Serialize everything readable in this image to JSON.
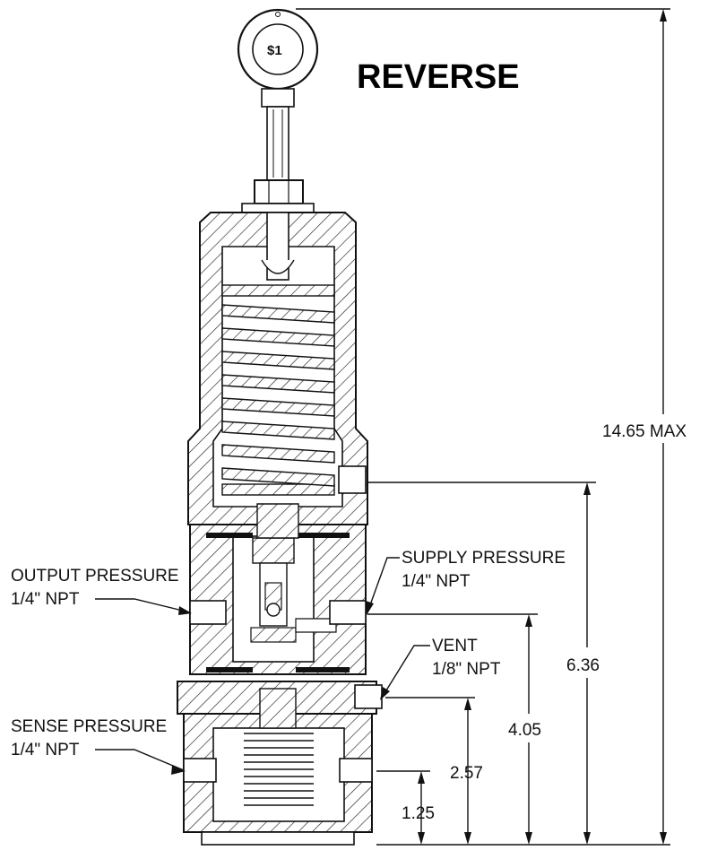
{
  "title": "REVERSE",
  "ring_marking": "$1",
  "labels": {
    "output_pressure": {
      "line1": "OUTPUT PRESSURE",
      "line2": "1/4\" NPT"
    },
    "supply_pressure": {
      "line1": "SUPPLY PRESSURE",
      "line2": "1/4\" NPT"
    },
    "vent": {
      "line1": "VENT",
      "line2": "1/8\" NPT"
    },
    "sense_pressure": {
      "line1": "SENSE PRESSURE",
      "line2": "1/4\" NPT"
    }
  },
  "dimensions": {
    "overall": "14.65 MAX",
    "supply": "6.36",
    "vent": "4.05",
    "sense": "2.57",
    "base": "1.25"
  }
}
